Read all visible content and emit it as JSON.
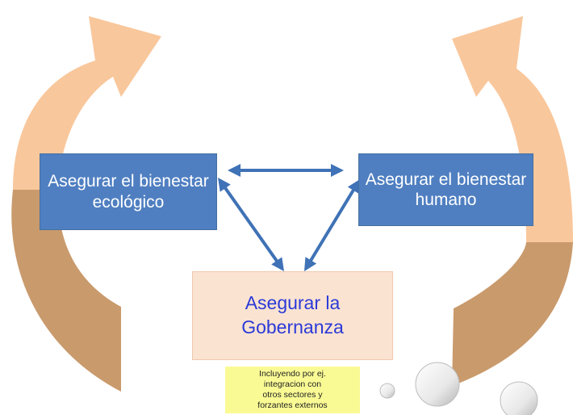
{
  "nodes": {
    "ecological": {
      "label": "Asegurar el bienestar\necológico"
    },
    "human": {
      "label": "Asegurar el bienestar\nhumano"
    },
    "governance": {
      "label": "Asegurar la\nGobernanza"
    },
    "note": {
      "label": "Incluyendo por ej.\nintegracion con\notros sectores y\nforzantes externos"
    }
  },
  "edges": [
    {
      "from": "ecological",
      "to": "human",
      "bidirectional": true
    },
    {
      "from": "ecological",
      "to": "governance",
      "bidirectional": true
    },
    {
      "from": "human",
      "to": "governance",
      "bidirectional": true
    }
  ],
  "colors": {
    "blue_box": "#4f7fc1",
    "governance_box": "#fbe3d2",
    "governance_text": "#2a3ad8",
    "note_box": "#fafa95",
    "arrow": "#3f72b6",
    "cycle_light": "#f9c79c",
    "cycle_dark": "#c99a6c"
  }
}
